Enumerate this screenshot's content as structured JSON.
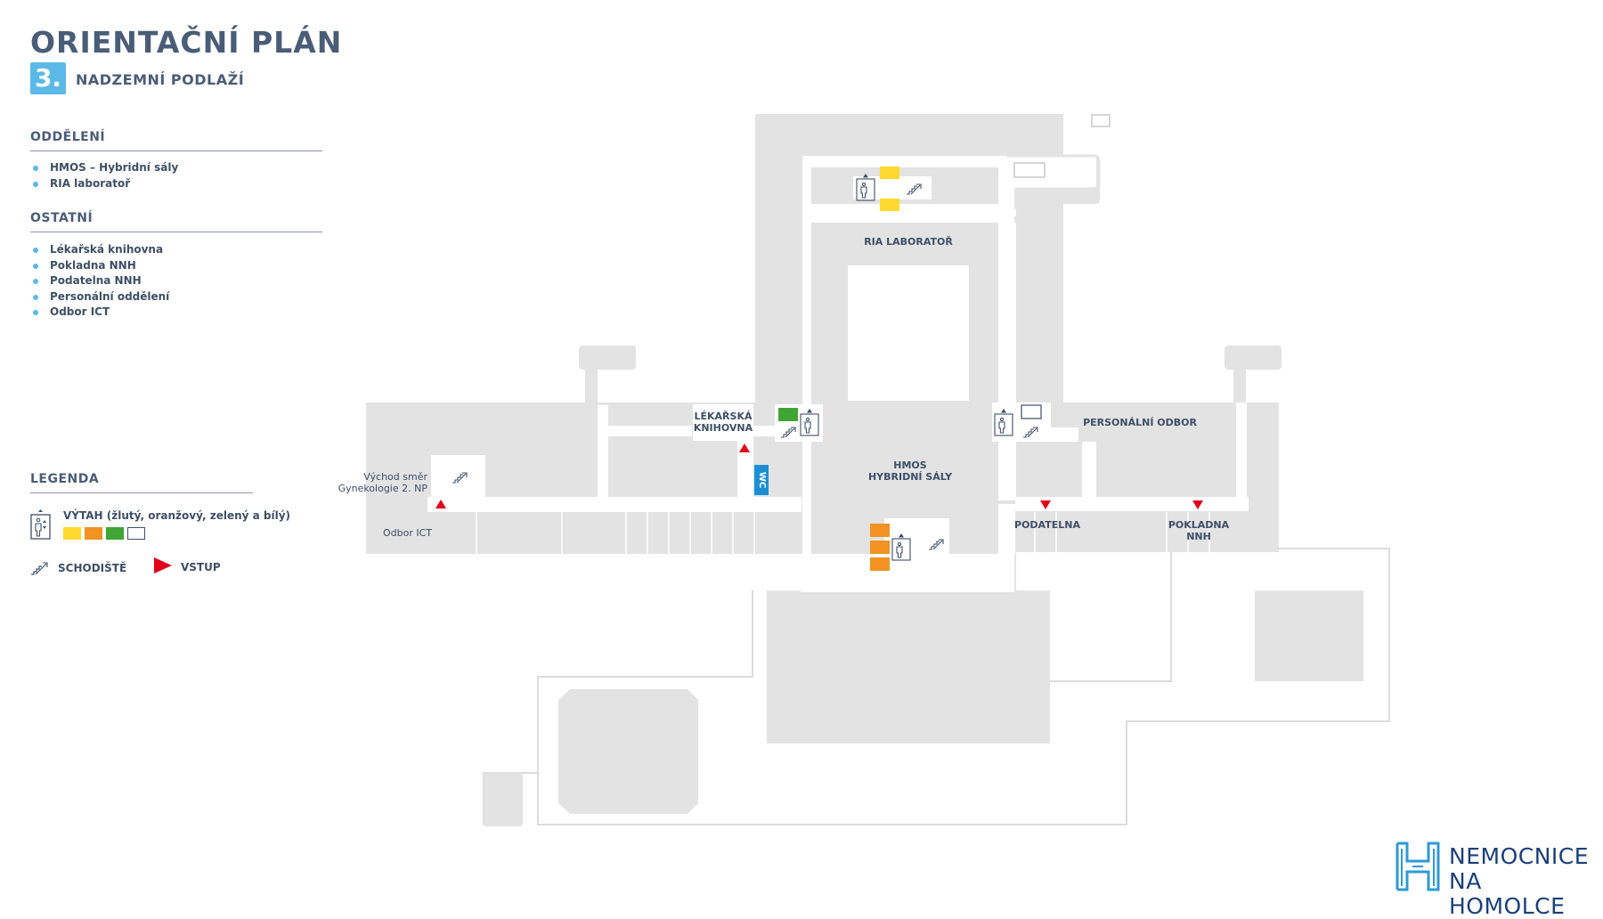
{
  "header": {
    "title": "ORIENTAČNÍ PLÁN",
    "floor_number": "3.",
    "floor_label": "NADZEMNÍ PODLAŽÍ"
  },
  "sidebar": {
    "departments_heading": "ODDĚLENÍ",
    "departments": [
      "HMOS – Hybridní sály",
      "RIA laboratoř"
    ],
    "other_heading": "OSTATNÍ",
    "other": [
      "Lékařská knihovna",
      "Pokladna NNH",
      "Podatelna NNH",
      "Personální oddělení",
      "Odbor ICT"
    ]
  },
  "legend": {
    "heading": "LEGENDA",
    "elevator_label": "VÝTAH (žlutý, oranžový, zelený a bílý)",
    "elevator_colors": [
      "#ffd92e",
      "#f29222",
      "#3fa535",
      "#ffffff"
    ],
    "stairs_label": "SCHODIŠTĚ",
    "entrance_label": "VSTUP",
    "icons": [
      "elevator-icon",
      "stairs-icon",
      "entrance-triangle-icon"
    ]
  },
  "map": {
    "rooms": {
      "ria": "RIA LABORATOŘ",
      "library_1": "LÉKAŘSKÁ",
      "library_2": "KNIHOVNA",
      "hmos_1": "HMOS",
      "hmos_2": "HYBRIDNÍ SÁLY",
      "personnel": "PERSONÁLNÍ ODBOR",
      "registry": "PODATELNA",
      "cashier_1": "POKLADNA",
      "cashier_2": "NNH",
      "exit_1": "Východ směr",
      "exit_2": "Gynekologie 2. NP",
      "ict": "Odbor ICT",
      "wc": "WC"
    },
    "colors": {
      "floor": "#e3e3e3",
      "entrance": "#e2001a",
      "elevator_yellow": "#ffd92e",
      "elevator_orange": "#f29222",
      "elevator_green": "#3fa535",
      "wc": "#1a8fd6"
    }
  },
  "logo": {
    "line1": "NEMOCNICE",
    "line2": "NA HOMOLCE",
    "color": "#1b3f7a",
    "accent": "#2e9ad6"
  }
}
